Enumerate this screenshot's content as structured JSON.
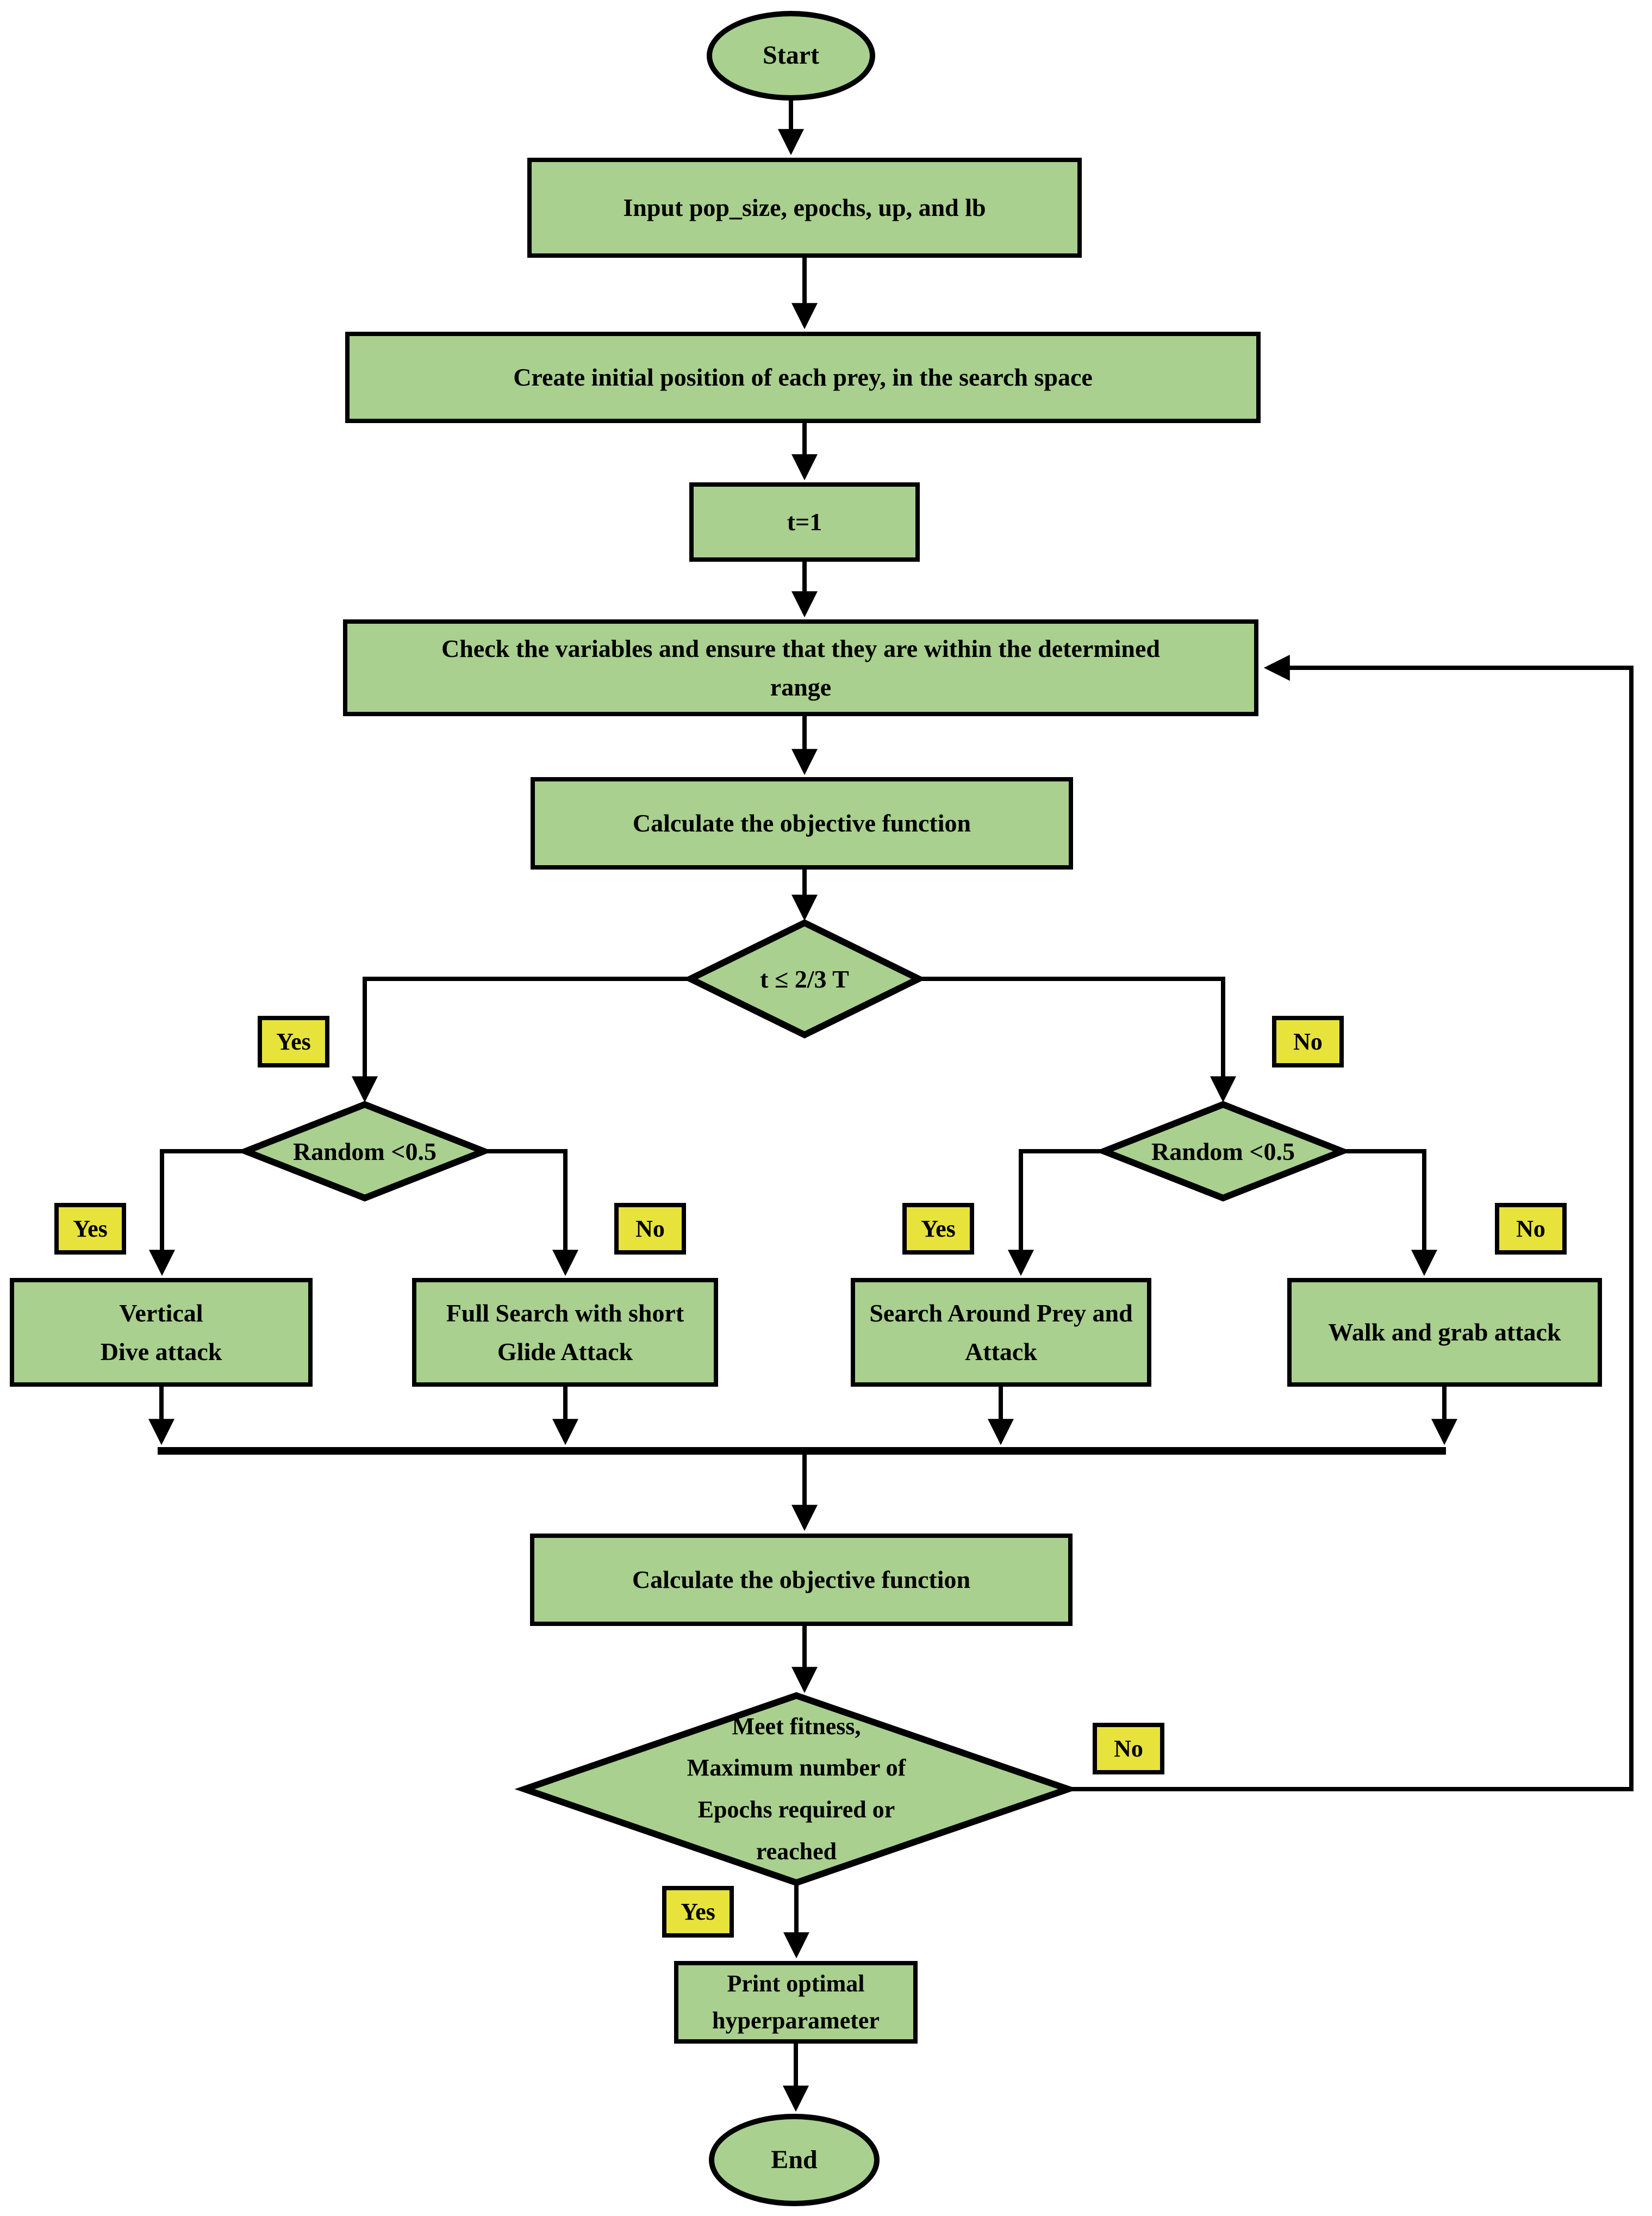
{
  "colors": {
    "node_fill": "#a9d08e",
    "node_border": "#000000",
    "decision_label_fill": "#e7e33b",
    "connector": "#000000",
    "background": "#ffffff"
  },
  "nodes": {
    "start": {
      "label": "Start"
    },
    "input": {
      "label": "Input pop_size, epochs, up, and lb"
    },
    "create": {
      "label": "Create initial position of each prey, in the search space"
    },
    "t_init": {
      "label": "t=1"
    },
    "check": {
      "lines": [
        "Check the variables and ensure that they are within the determined",
        "range"
      ]
    },
    "calc_objective_1": {
      "label": "Calculate the objective function"
    },
    "cond_time": {
      "label": "t ≤ 2/3 T"
    },
    "cond_random_left": {
      "label": "Random <0.5"
    },
    "cond_random_right": {
      "label": "Random <0.5"
    },
    "vertical_dive": {
      "lines": [
        "Vertical",
        "Dive attack"
      ]
    },
    "full_search": {
      "lines": [
        "Full Search with short",
        "Glide Attack"
      ]
    },
    "search_around": {
      "lines": [
        "Search Around Prey and",
        "Attack"
      ]
    },
    "walk_grab": {
      "label": "Walk and grab attack"
    },
    "calc_objective_2": {
      "label": "Calculate the objective function"
    },
    "cond_meet": {
      "lines": [
        "Meet fitness,",
        "Maximum number of",
        "Epochs required or",
        "reached"
      ]
    },
    "print_optimal": {
      "lines": [
        "Print optimal",
        "hyperparameter"
      ]
    },
    "end": {
      "label": "End"
    }
  },
  "edge_labels": {
    "yes": "Yes",
    "no": "No"
  }
}
